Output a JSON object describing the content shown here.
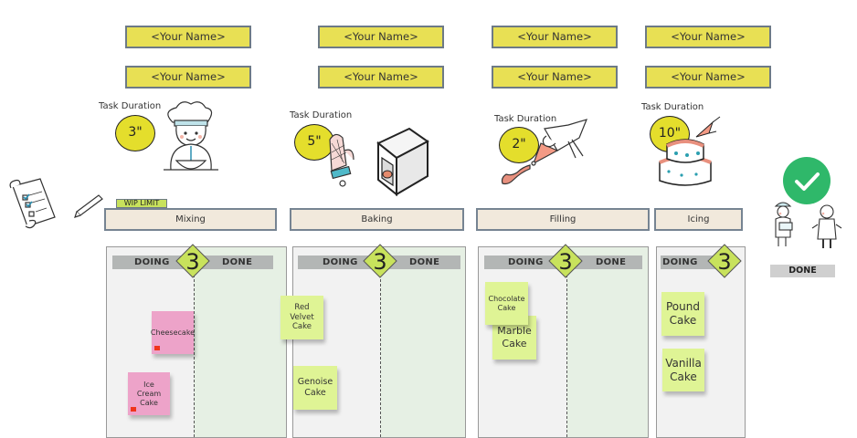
{
  "stages": [
    {
      "id": "mixing",
      "header": "Mixing",
      "owners": [
        "<Your Name>",
        "<Your Name>"
      ],
      "task_duration_label": "Task Duration",
      "task_duration": "3\"",
      "illustration": "chef-mixing-bowl-icon",
      "wip_tag": "WIP LIMIT",
      "wip_limit": "3",
      "columns": [
        "DOING",
        "DONE"
      ],
      "cards": [
        {
          "text": "Cheesecake",
          "color": "pink",
          "flag": true
        },
        {
          "text": "Ice Cream Cake",
          "color": "pink",
          "flag": true
        }
      ]
    },
    {
      "id": "baking",
      "header": "Baking",
      "owners": [
        "<Your Name>",
        "<Your Name>"
      ],
      "task_duration_label": "Task Duration",
      "task_duration": "5\"",
      "illustration": "oven-mitt-and-oven-icon",
      "wip_limit": "3",
      "columns": [
        "DOING",
        "DONE"
      ],
      "cards": [
        {
          "text": "Red Velvet Cake",
          "color": "green"
        },
        {
          "text": "Genoise Cake",
          "color": "green"
        }
      ]
    },
    {
      "id": "filling",
      "header": "Filling",
      "owners": [
        "<Your Name>",
        "<Your Name>"
      ],
      "task_duration_label": "Task Duration",
      "task_duration": "2\"",
      "illustration": "piping-bag-icon",
      "wip_limit": "3",
      "columns": [
        "DOING",
        "DONE"
      ],
      "cards": [
        {
          "text": "Chocolate Cake",
          "color": "green"
        },
        {
          "text": "Marble Cake",
          "color": "green"
        }
      ]
    },
    {
      "id": "icing",
      "header": "Icing",
      "owners": [
        "<Your Name>",
        "<Your Name>"
      ],
      "task_duration_label": "Task Duration",
      "task_duration": "10\"",
      "illustration": "decorated-cake-icon",
      "wip_limit": "3",
      "columns": [
        "DOING"
      ],
      "cards": [
        {
          "text": "Pound Cake",
          "color": "green"
        },
        {
          "text": "Vanilla Cake",
          "color": "green"
        }
      ]
    }
  ],
  "backlog": {
    "illustration": "checklist-scroll-and-pen-icon"
  },
  "done": {
    "label": "DONE",
    "illustration": "customers-receiving-cake-icon",
    "check_icon": "check-circle-icon"
  },
  "colors": {
    "name_box": "#e8e054",
    "duration_circle": "#e4de2c",
    "wip_diamond": "#c8e25c",
    "header_bg": "#f1e9dc",
    "sticky_pink": "#eda3c9",
    "sticky_green": "#dff495",
    "done_check": "#2fb86a"
  }
}
